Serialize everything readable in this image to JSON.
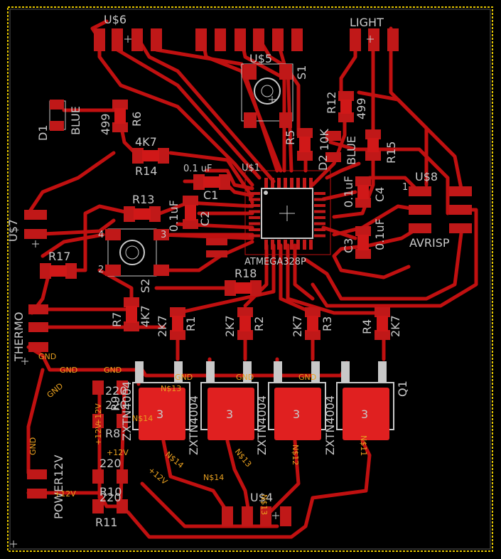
{
  "board": {
    "colors": {
      "background": "#000000",
      "copper": "#c01010",
      "pad": "#c01818",
      "silk": "#c8c8c8",
      "net": "#e8a020",
      "frame": "#e2c400"
    },
    "components": {
      "u6": "U$6",
      "u5": "U$5",
      "s1": "S1",
      "light": "LIGHT",
      "d1": "D1",
      "blue1": "BLUE",
      "r6": "R6",
      "v499a": "499",
      "r12": "R12",
      "v499b": "499",
      "r5": "R5",
      "v10k": "10K",
      "d2": "D2",
      "blue2": "BLUE",
      "r15": "R15",
      "r14": "R14",
      "v4k7a": "4K7",
      "c1": "C1",
      "c1v": "0.1 uF",
      "u1": "U$1",
      "u8": "U$8",
      "avrisp": "AVRISP",
      "c4": "C4",
      "c4v": "0.1uF",
      "c3": "C3",
      "c3v": "0.1uF",
      "r13": "R13",
      "c2": "C2",
      "c2v": "0.1uF",
      "s2": "S2",
      "u7": "U$7",
      "r17": "R17",
      "mcu": "ATMEGA328P",
      "r18": "R18",
      "r7": "R7",
      "v4k7b": "4K7",
      "r1": "R1",
      "v2k7a": "2K7",
      "r2": "R2",
      "v2k7b": "2K7",
      "r3": "R3",
      "v2k7c": "2K7",
      "r4": "R4",
      "v2k7d": "2K7",
      "thermo": "THERMO",
      "q1": "Q1",
      "zxtn1": "ZXTN4004",
      "zxtn2": "ZXTN4004",
      "zxtn3": "ZXTN4004",
      "zxtn4": "ZXTN4004",
      "r9": "R9",
      "r8": "R8",
      "r10": "R10",
      "r11": "R11",
      "v220a": "220",
      "v220b": "220",
      "v220c": "220",
      "v220d": "220",
      "power": "POWER12V",
      "u4": "U$4",
      "pin1": "1",
      "pin2": "2",
      "pin3": "3",
      "pin4": "4",
      "pin3b": "3",
      "pin3c": "3",
      "pin3d": "3",
      "pin3e": "3"
    },
    "nets": {
      "gnd": "GND",
      "p12v": "+12V",
      "n14": "N$14",
      "n13": "N$13",
      "n12": "N$12",
      "n11": "N$11"
    }
  }
}
